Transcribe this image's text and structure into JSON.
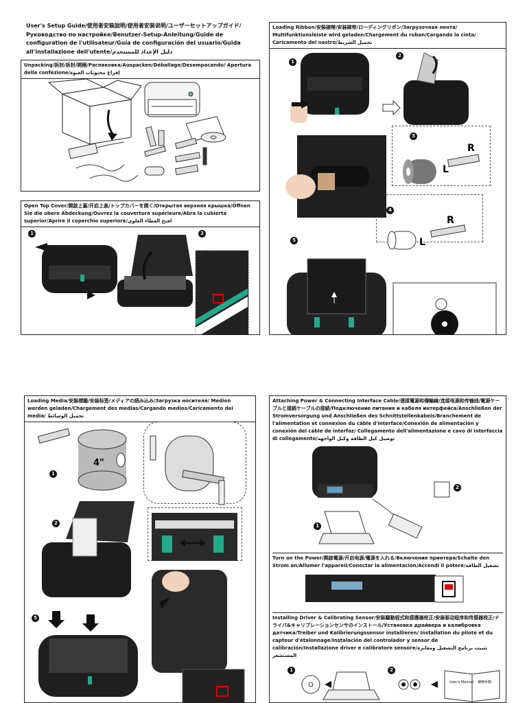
{
  "guide_title": "User's Setup Guide/使用者安裝說明/使用者安装说明/ユーザーセットアップガイド/Руководство по настройке/Benutzer-Setup-Anleitung/Guide de configuration de l'utilisateur/Guía de configuración del usuario/Guida all'installazione dell'utente/دليل الإعداد للمستخدم",
  "panels": {
    "unpacking": {
      "header": "Unpacking/拆封/拆封/開梱/Распаковка/Auspacken/Déballage/Desempacando/ Apertura della confezione/إفراغ محتويات العبوة"
    },
    "open_cover": {
      "header": "Open Top Cover/開啟上蓋/开启上盖/トップカバーを開く/Открытая верхняя крышка/Öffnen Sie die obere Abdeckung/Ouvrez la couverture supérieure/Abra la cubierta superior/Aprire il coperchio superiore/افتح الغطاء العلوي"
    },
    "ribbon": {
      "header": "Loading Ribbon/安裝碳帶/安装碳带/ローディングリボン/Загрузочная лента/ Multifunktionsleiste wird geladen/Chargement du ruban/Cargando la cinta/ Caricamento del nastro/تحميل الشريط",
      "label_L": "L",
      "label_R": "R"
    },
    "media": {
      "header": "Loading Media/安裝標籤/安装标签/メディアの読み込み/Загрузка носителя/ Medien werden geladen/Chargement des medias/Cargando medios/Caricamento dei media/ تحميل الوسائط",
      "roll_size": "4\""
    },
    "power": {
      "header": "Attaching Power & Connecting Interface Cable/連接電源和傳輸線/连接电源和传输线/電源ケーブルと接続ケーブルの接続/Подключение питания и кабеля интерфейса/Anschließen der Stromversorgung und Anschließen des Schnittstellenkabels/Branchement de l'alimentation et connexion du câble d'interface/Conexión de alimentación y conexión del cable de interfaz/ Collegamento dell'alimentazione e cavo di interfaccia di collegamento/توصيل كبل الطاقة وكبل الواجهة",
      "turn_on": "Turn on the Power/開啟電源/开启电源/電源を入れる/Включение принтера/Schalte den Strom an/Allumer l'appareil/Conectar la alimentación/Accendi il potere/تشغيل الطاقة",
      "driver": "Installing Driver & Calibrating Sensor/安裝驅動程式和感應器校正/安装驱动程序和传感器校正/ドライバ&キャリブレーションセンサのインストール/Установка драйвера и калибровка датчика/Treiber und Kalibrierungssensor installieren/ Installation du pilote et du capteur d'étalonnage/Instalación del controlador y sensor de calibración/Installazione driver e calibratore sensore/تثبيت برنامج التشغيل ومعايرة المستشعر",
      "manual_left": "User's Manual",
      "manual_right": "使用手冊"
    }
  },
  "step_numbers": [
    "1",
    "2",
    "3",
    "4",
    "5"
  ]
}
